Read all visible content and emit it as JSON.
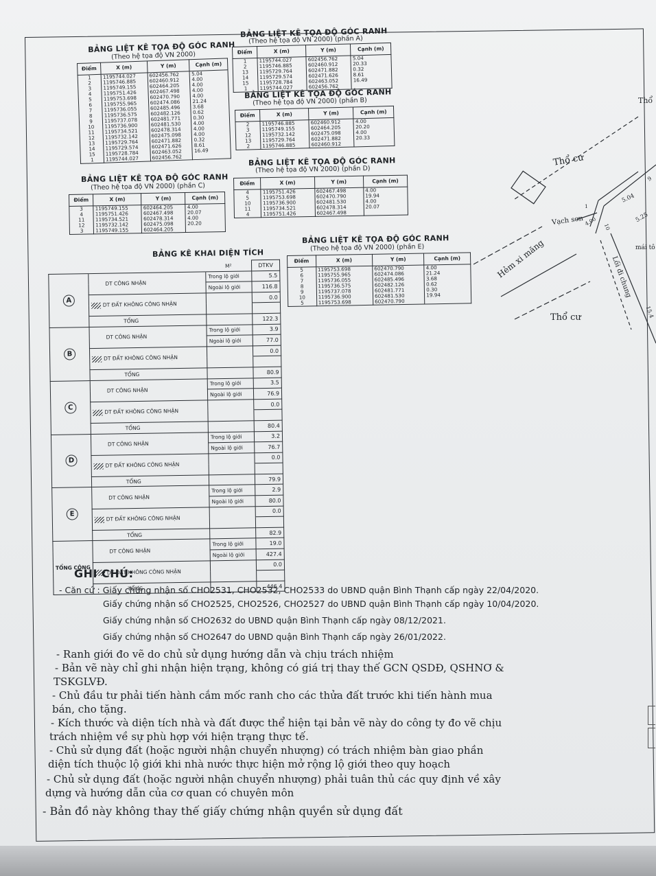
{
  "tables": {
    "main": {
      "title": "BẢNG LIỆT KÊ TỌA ĐỘ GÓC RANH",
      "subtitle": "(Theo hệ tọa độ VN 2000)",
      "headers": [
        "Điểm",
        "X (m)",
        "Y (m)",
        "Cạnh (m)"
      ],
      "points": [
        "1",
        "2",
        "3",
        "4",
        "5",
        "6",
        "7",
        "8",
        "9",
        "10",
        "11",
        "12",
        "13",
        "14",
        "15",
        "1"
      ],
      "x": [
        "1195744.027",
        "1195746.885",
        "1195749.155",
        "1195751.426",
        "1195753.698",
        "1195755.965",
        "1195736.055",
        "1195736.575",
        "1195737.078",
        "1195736.900",
        "1195734.521",
        "1195732.142",
        "1195729.764",
        "1195729.574",
        "1195728.784",
        "1195744.027"
      ],
      "y": [
        "602456.762",
        "602460.912",
        "602464.205",
        "602467.498",
        "602470.790",
        "602474.086",
        "602485.496",
        "602482.126",
        "602481.771",
        "602481.530",
        "602478.314",
        "602475.098",
        "602471.882",
        "602471.626",
        "602463.052",
        "602456.762"
      ],
      "edges": [
        "5.04",
        "4.00",
        "4.00",
        "4.00",
        "4.00",
        "21.24",
        "3.68",
        "0.62",
        "0.30",
        "4.00",
        "4.00",
        "4.00",
        "0.32",
        "8.61",
        "16.49"
      ]
    },
    "a": {
      "title": "BẢNG LIỆT KÊ TỌA ĐỘ GÓC RANH",
      "subtitle": "(Theo hệ tọa độ VN 2000) (phần A)",
      "headers": [
        "Điểm",
        "X (m)",
        "Y (m)",
        "Cạnh (m)"
      ],
      "points": [
        "1",
        "2",
        "13",
        "14",
        "15",
        "1"
      ],
      "x": [
        "1195744.027",
        "1195746.885",
        "1195729.764",
        "1195729.574",
        "1195728.784",
        "1195744.027"
      ],
      "y": [
        "602456.762",
        "602460.912",
        "602471.882",
        "602471.626",
        "602463.052",
        "602456.762"
      ],
      "edges": [
        "5.04",
        "20.33",
        "0.32",
        "8.61",
        "16.49"
      ]
    },
    "b": {
      "title": "BẢNG LIỆT KÊ TỌA ĐỘ GÓC RANH",
      "subtitle": "(Theo hệ tọa độ VN 2000) (phần B)",
      "headers": [
        "Điểm",
        "X (m)",
        "Y (m)",
        "Cạnh (m)"
      ],
      "points": [
        "2",
        "3",
        "12",
        "13",
        "2"
      ],
      "x": [
        "1195746.885",
        "1195749.155",
        "1195732.142",
        "1195729.764",
        "1195746.885"
      ],
      "y": [
        "602460.912",
        "602464.205",
        "602475.098",
        "602471.882",
        "602460.912"
      ],
      "edges": [
        "4.00",
        "20.20",
        "4.00",
        "20.33"
      ]
    },
    "c": {
      "title": "BẢNG LIỆT KÊ TỌA ĐỘ GÓC RANH",
      "subtitle": "(Theo hệ tọa độ VN 2000) (phần C)",
      "headers": [
        "Điểm",
        "X (m)",
        "Y (m)",
        "Cạnh (m)"
      ],
      "points": [
        "3",
        "4",
        "11",
        "12",
        "3"
      ],
      "x": [
        "1195749.155",
        "1195751.426",
        "1195734.521",
        "1195732.142",
        "1195749.155"
      ],
      "y": [
        "602464.205",
        "602467.498",
        "602478.314",
        "602475.098",
        "602464.205"
      ],
      "edges": [
        "4.00",
        "20.07",
        "4.00",
        "20.20"
      ]
    },
    "d": {
      "title": "BẢNG LIỆT KÊ TỌA ĐỘ GÓC RANH",
      "subtitle": "(Theo hệ tọa độ VN 2000) (phần D)",
      "headers": [
        "Điểm",
        "X (m)",
        "Y (m)",
        "Cạnh (m)"
      ],
      "points": [
        "4",
        "5",
        "10",
        "11",
        "4"
      ],
      "x": [
        "1195751.426",
        "1195753.698",
        "1195736.900",
        "1195734.521",
        "1195751.426"
      ],
      "y": [
        "602467.498",
        "602470.790",
        "602481.530",
        "602478.314",
        "602467.498"
      ],
      "edges": [
        "4.00",
        "19.94",
        "4.00",
        "20.07"
      ]
    },
    "e": {
      "title": "BẢNG LIỆT KÊ TỌA ĐỘ GÓC RANH",
      "subtitle": "(Theo hệ tọa độ VN 2000) (phần E)",
      "headers": [
        "Điểm",
        "X (m)",
        "Y (m)",
        "Cạnh (m)"
      ],
      "points": [
        "5",
        "6",
        "7",
        "8",
        "9",
        "10",
        "5"
      ],
      "x": [
        "1195753.698",
        "1195755.965",
        "1195736.055",
        "1195736.575",
        "1195737.078",
        "1195736.900",
        "1195753.698"
      ],
      "y": [
        "602470.790",
        "602474.086",
        "602485.496",
        "602482.126",
        "602481.771",
        "602481.530",
        "602470.790"
      ],
      "edges": [
        "4.00",
        "21.24",
        "3.68",
        "0.62",
        "0.30",
        "19.94"
      ]
    }
  },
  "area": {
    "title": "BẢNG KÊ KHAI DIỆN TÍCH",
    "col_m2": "M²",
    "col_dtkv": "DTKV",
    "row_labels": {
      "dt_cong_nhan": "DT CÔNG NHẬN",
      "dt_khong": "DT ĐẤT KHÔNG CÔNG NHẬN",
      "tong": "TỔNG",
      "trong": "Trong lộ giới",
      "ngoai": "Ngoài lộ giới",
      "tong_cong": "TỔNG CỘNG"
    },
    "parts": [
      {
        "letter": "A",
        "trong": "5.5",
        "ngoai": "116.8",
        "khong": "0.0",
        "tong": "122.3"
      },
      {
        "letter": "B",
        "trong": "3.9",
        "ngoai": "77.0",
        "khong": "0.0",
        "tong": "80.9"
      },
      {
        "letter": "C",
        "trong": "3.5",
        "ngoai": "76.9",
        "khong": "0.0",
        "tong": "80.4"
      },
      {
        "letter": "D",
        "trong": "3.2",
        "ngoai": "76.7",
        "khong": "0.0",
        "tong": "79.9"
      },
      {
        "letter": "E",
        "trong": "2.9",
        "ngoai": "80.0",
        "khong": "0.0",
        "tong": "82.9"
      }
    ],
    "total": {
      "trong": "19.0",
      "ngoai": "427.4",
      "khong": "0.0",
      "tong": "446.4"
    }
  },
  "notes": {
    "heading": "GHI CHÚ:",
    "lines": [
      "- Căn cứ : Giấy chứng nhận số CHO2531, CHO2532, CHO2533 do UBND quận Bình Thạnh cấp ngày 22/04/2020.",
      "Giấy chứng nhận số CHO2525, CHO2526, CHO2527 do UBND quận Bình Thạnh cấp ngày 10/04/2020.",
      "Giấy chứng nhận số CHO2632 do UBND quận Bình Thạnh cấp ngày 08/12/2021.",
      "Giấy chứng nhận số CHO2647 do UBND quận Bình Thạnh cấp ngày 26/01/2022.",
      "- Ranh giới đo vẽ do chủ sử dụng hướng dẫn và chịu trách nhiệm",
      "- Bản vẽ này chỉ ghi nhận hiện trạng, không có giá trị thay thế GCN QSDĐ, QSHNƠ &",
      "TSKGLVĐ.",
      "- Chủ đầu tư phải tiến hành cắm mốc ranh cho các thửa đất trước khi tiến hành mua",
      "bán, cho tặng.",
      "- Kích thước và diện tích nhà và đất được thể hiện tại bản vẽ này do công ty đo vẽ chịu",
      "trách nhiệm về sự phù hợp với hiện trạng thực tế.",
      "- Chủ sử dụng đất (hoặc người nhận chuyển nhượng) có trách nhiệm bàn giao phần",
      "diện tích thuộc lộ giới khi nhà nước thực hiện mở rộng lộ giới theo quy hoạch",
      "- Chủ sử dụng đất (hoặc người nhận chuyển nhượng) phải tuân thủ các quy định về xây",
      "dựng và hướng dẫn của cơ quan có chuyên môn",
      "- Bản đồ này không thay thế giấy chứng nhận quyền sử dụng đất"
    ]
  },
  "map": {
    "tho_cu_top": "Thổ cư",
    "tho_cu_bottom": "Thổ cư",
    "tho_edge": "Thổ",
    "hem": "Hẻm xi măng",
    "vach_son": "Vạch sơn",
    "loi_di_chung": "Lối đi chung",
    "mai_tole": "mái tô",
    "dim_504": "5.04",
    "dim_525": "5.25",
    "dim_400": "4.00",
    "dim_10": "10",
    "dim_154": "15.4",
    "dim_1": "1",
    "dim_9": "9"
  }
}
